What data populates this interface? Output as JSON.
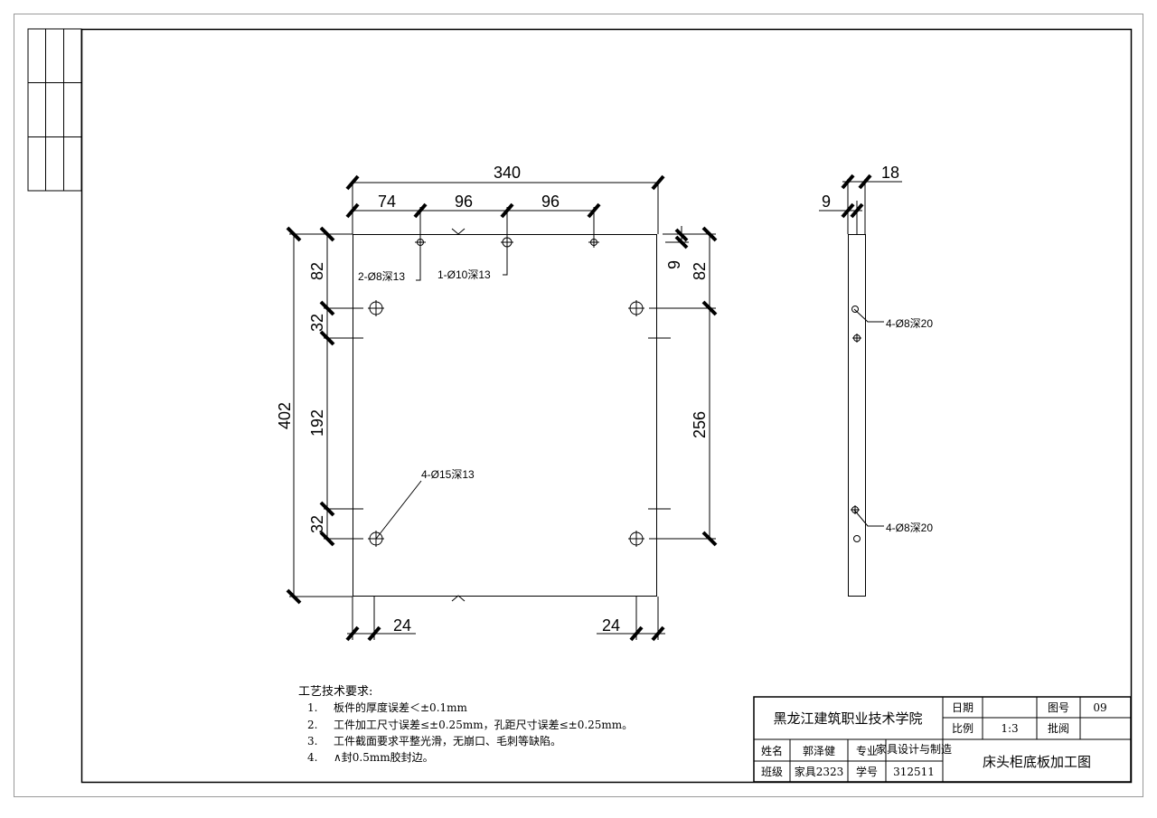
{
  "front_view": {
    "dims": {
      "overall_width": "340",
      "hole_offset_left": "74",
      "hole_spacing_1": "96",
      "hole_spacing_2": "96",
      "overall_height": "402",
      "top_to_hole_left": "82",
      "top_to_hole_right": "82",
      "edge_hole_offset": "9",
      "hole_to_line_top": "32",
      "line_spacing": "192",
      "hole_to_line_bottom": "32",
      "right_hole_spacing": "256",
      "bottom_left_offset": "24",
      "bottom_right_offset": "24"
    },
    "callouts": {
      "top_small_holes": "2-Ø8深13",
      "top_center_hole": "1-Ø10深13",
      "large_holes": "4-Ø15深13"
    }
  },
  "side_view": {
    "dims": {
      "thickness": "18",
      "center_offset": "9"
    },
    "callouts": {
      "upper_holes": "4-Ø8深20",
      "lower_holes": "4-Ø8深20"
    }
  },
  "tech_requirements": {
    "heading": "工艺技术要求:",
    "items": [
      {
        "num": "1.",
        "text": "板件的厚度误差＜±0.1mm"
      },
      {
        "num": "2.",
        "text": "工件加工尺寸误差≤±0.25mm，孔距尺寸误差≤±0.25mm。"
      },
      {
        "num": "3.",
        "text": "工件截面要求平整光滑，无崩口、毛刺等缺陷。"
      },
      {
        "num": "4.",
        "text": "∧封0.5mm胶封边。"
      }
    ]
  },
  "title_block": {
    "school": "黑龙江建筑职业技术学院",
    "date_label": "日期",
    "date_value": "",
    "drawing_no_label": "图号",
    "drawing_no_value": "09",
    "scale_label": "比例",
    "scale_value": "1:3",
    "approve_label": "批阅",
    "approve_value": "",
    "name_label": "姓名",
    "name_value": "郭泽健",
    "major_label": "专业",
    "major_value": "家具设计与制造",
    "class_label": "班级",
    "class_value": "家具2323",
    "student_id_label": "学号",
    "student_id_value": "312511",
    "drawing_title": "床头柜底板加工图"
  }
}
